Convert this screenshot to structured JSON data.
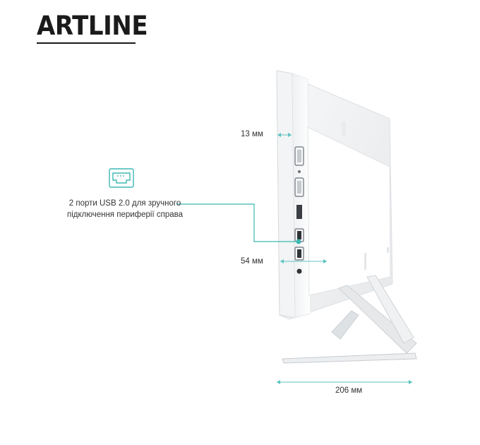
{
  "brand": {
    "logo_text": "ARTLINE"
  },
  "dimensions": {
    "thickness_label": "13 мм",
    "depth_label": "54 мм",
    "base_label": "206 мм"
  },
  "callout": {
    "text": "2 порти USB 2.0 для зручного підключення периферії справа",
    "icon": "usb-port-icon"
  },
  "colors": {
    "accent": "#3fb8b3",
    "text": "#333333",
    "logo": "#1b1b1b"
  }
}
